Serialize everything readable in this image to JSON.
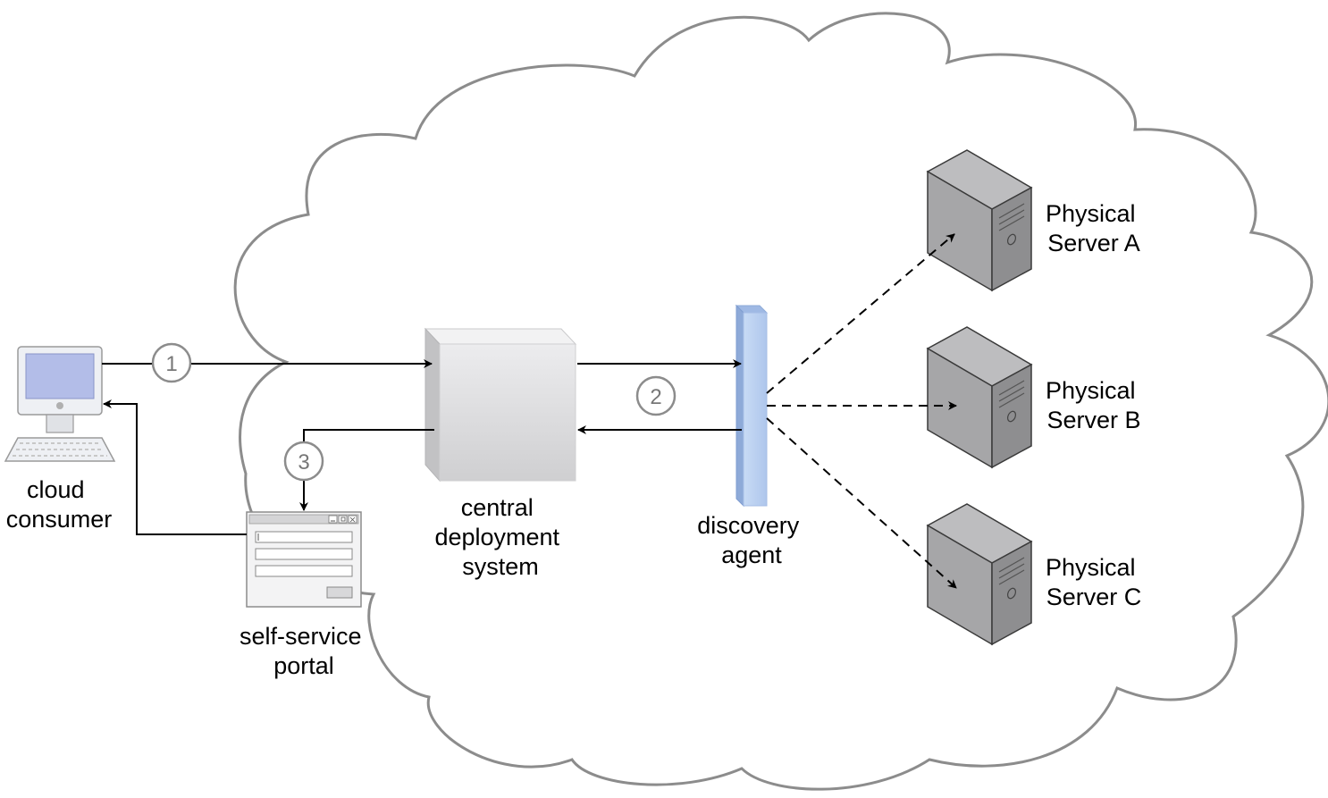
{
  "nodes": {
    "cloud_consumer": {
      "lines": [
        "cloud",
        "consumer"
      ]
    },
    "self_service_portal": {
      "lines": [
        "self-service",
        "portal"
      ]
    },
    "central_deployment_system": {
      "lines": [
        "central",
        "deployment",
        "system"
      ]
    },
    "discovery_agent": {
      "lines": [
        "discovery",
        "agent"
      ]
    },
    "server_a": {
      "lines": [
        "Physical",
        "Server A"
      ]
    },
    "server_b": {
      "lines": [
        "Physical",
        "Server B"
      ]
    },
    "server_c": {
      "lines": [
        "Physical",
        "Server C"
      ]
    }
  },
  "steps": [
    "1",
    "2",
    "3"
  ],
  "colors": {
    "cloud_stroke": "#8c8c8c",
    "server_front": "#a6a6a8",
    "server_side": "#8e8e90",
    "server_top": "#bdbdbf",
    "agent_front": "#b8cfee",
    "agent_side": "#8eaad8",
    "monitor_screen": "#b3bde8",
    "arrow": "#000000"
  }
}
